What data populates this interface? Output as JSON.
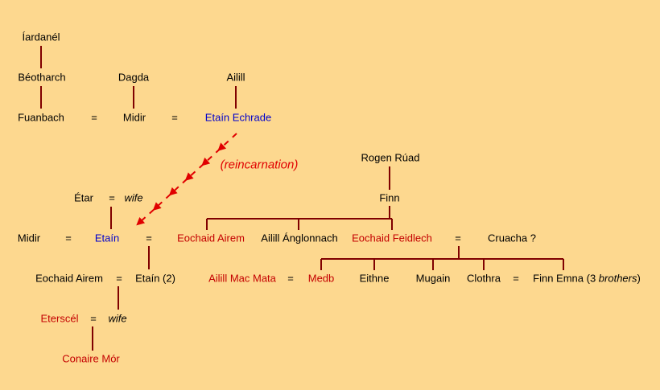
{
  "title": "Genealogy of Etaín (Irish mythology family tree)",
  "colors": {
    "background": "#FDD88F",
    "line": "#800000",
    "blue_name": "#0000CC",
    "red_name": "#C40000",
    "arrow": "#E00000"
  },
  "labels": {
    "iardanel": "Íardanél",
    "beotharch": "Béotharch",
    "dagda": "Dagda",
    "ailill": "Ailill",
    "fuanbach": "Fuanbach",
    "eq": "=",
    "midir": "Midir",
    "etain_echrade": "Etaín Echrade",
    "reincarnation": "(reincarnation)",
    "rogen_ruad": "Rogen Rúad",
    "etar": "Étar",
    "wife": "wife",
    "finn": "Finn",
    "etain": "Etaín",
    "eochaid_airem": "Eochaid Airem",
    "ailill_anglonnach": "Ailill Ánglonnach",
    "eochaid_feidlech": "Eochaid Feidlech",
    "cruacha": "Cruacha ?",
    "etain_2": "Etaín (2)",
    "ailill_mac_mata": "Ailill Mac Mata",
    "medb": "Medb",
    "eithne": "Eithne",
    "mugain": "Mugain",
    "clothra": "Clothra",
    "finn_emna_prefix": "Finn Emna (3 ",
    "finn_emna_brothers": "brothers",
    "finn_emna_suffix": ")",
    "eterscel": "Eterscél",
    "conaire_mor": "Conaire Mór"
  }
}
